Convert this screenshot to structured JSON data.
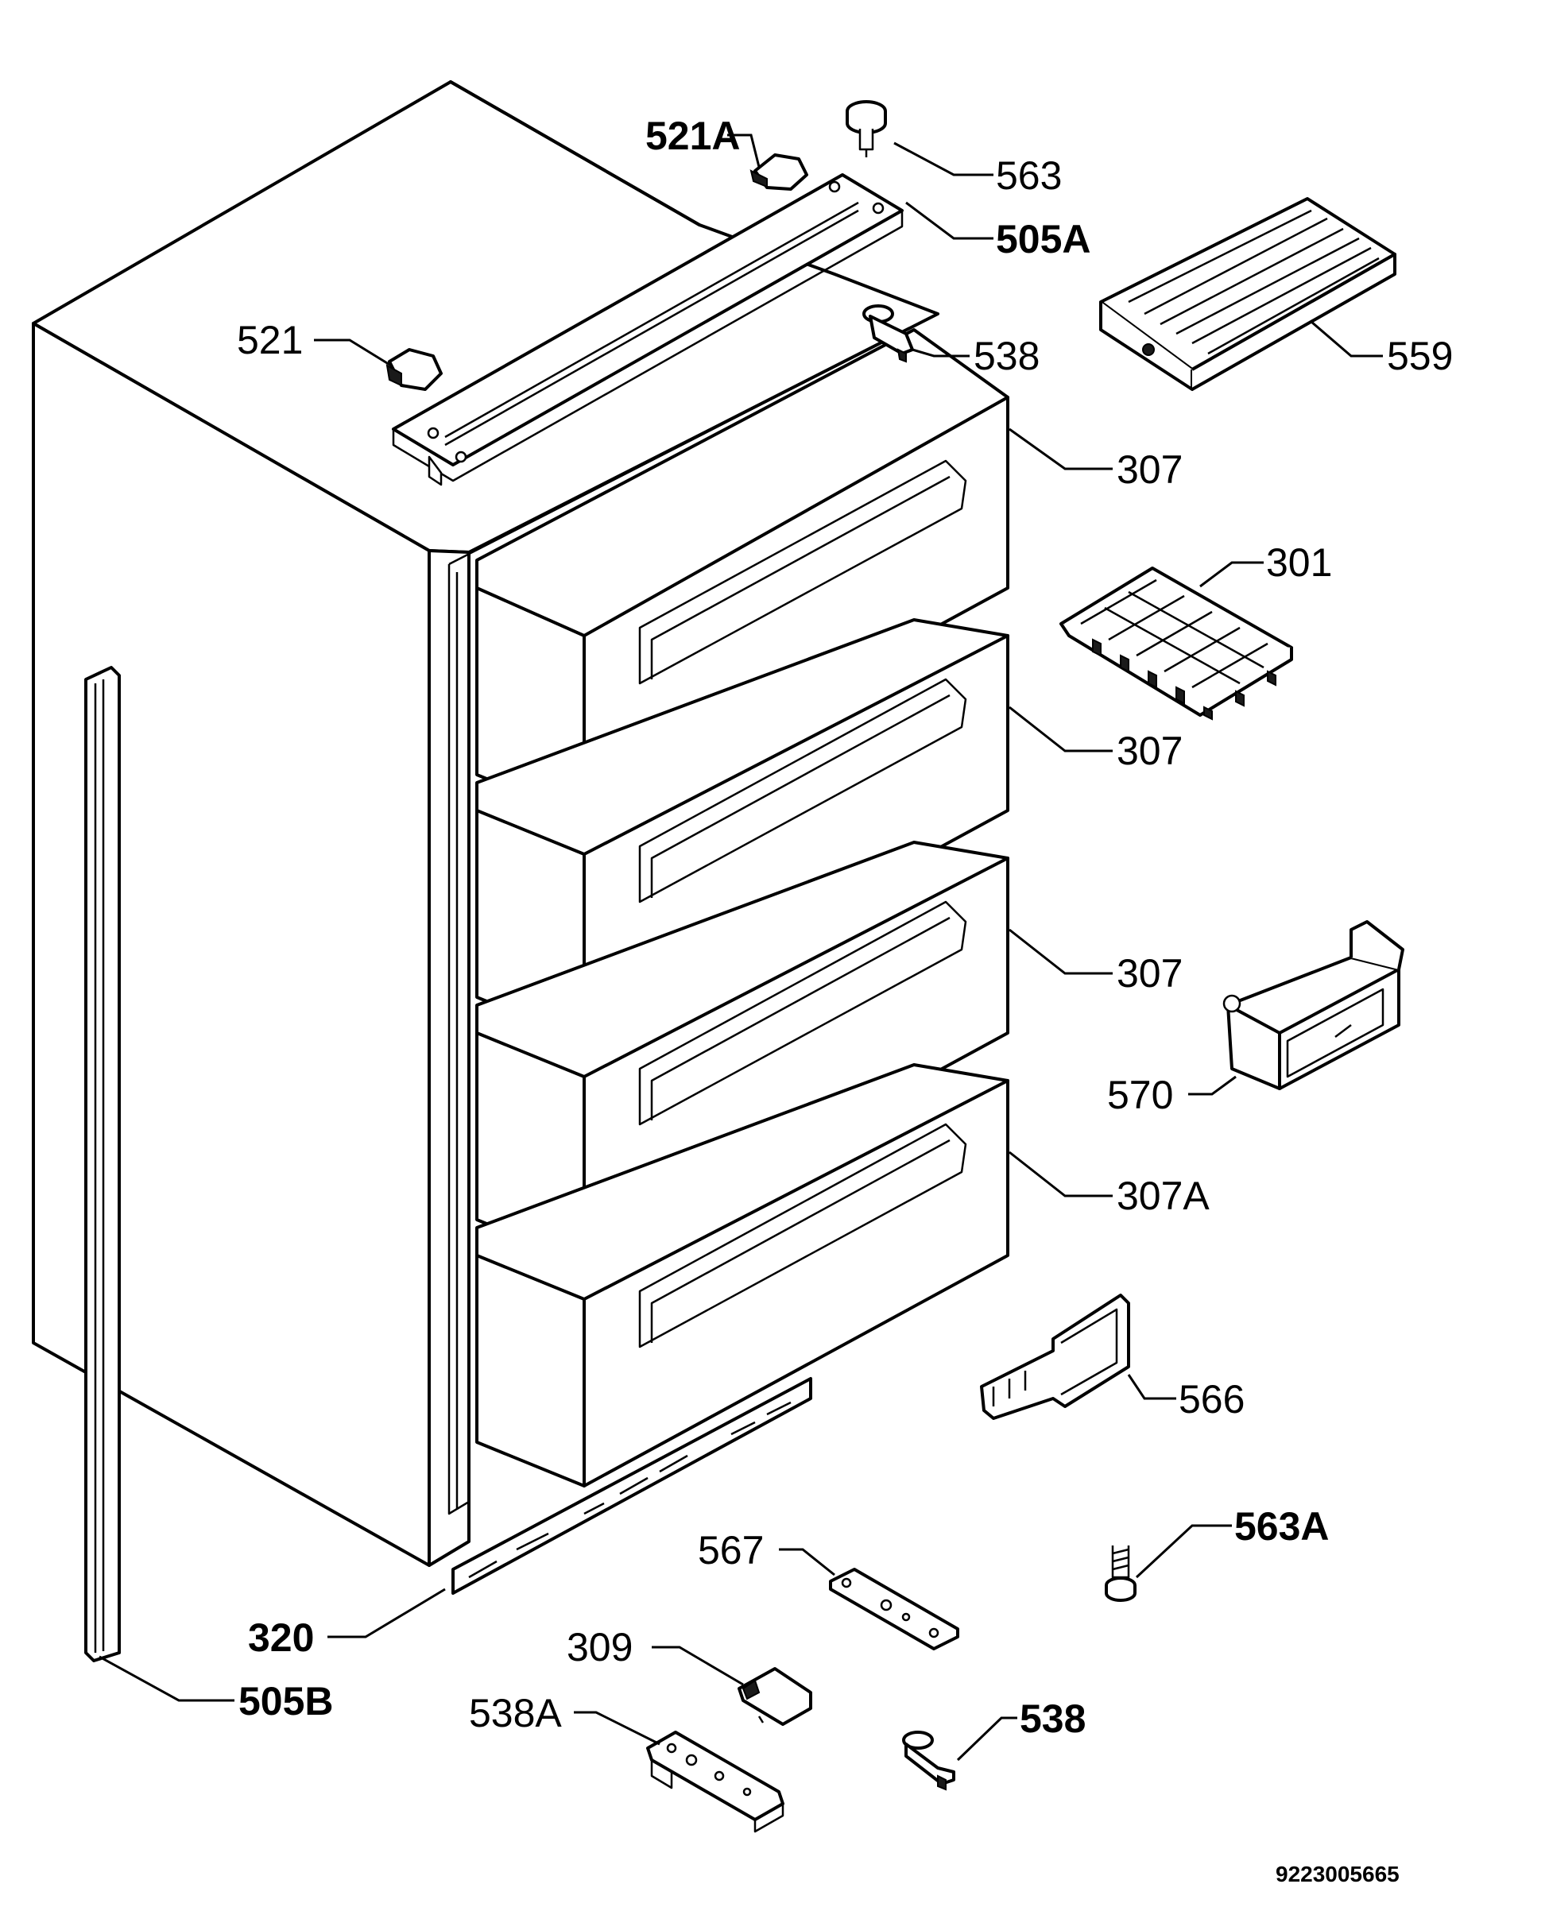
{
  "diagram": {
    "parts": [
      {
        "id": "521A",
        "label": "521A"
      },
      {
        "id": "563",
        "label": "563"
      },
      {
        "id": "505A",
        "label": "505A"
      },
      {
        "id": "559",
        "label": "559"
      },
      {
        "id": "521",
        "label": "521"
      },
      {
        "id": "538-top",
        "label": "538"
      },
      {
        "id": "307-1",
        "label": "307"
      },
      {
        "id": "301",
        "label": "301"
      },
      {
        "id": "307-2",
        "label": "307"
      },
      {
        "id": "307-3",
        "label": "307"
      },
      {
        "id": "570",
        "label": "570"
      },
      {
        "id": "307A",
        "label": "307A"
      },
      {
        "id": "566",
        "label": "566"
      },
      {
        "id": "563A",
        "label": "563A"
      },
      {
        "id": "567",
        "label": "567"
      },
      {
        "id": "320",
        "label": "320"
      },
      {
        "id": "309",
        "label": "309"
      },
      {
        "id": "505B",
        "label": "505B"
      },
      {
        "id": "538A",
        "label": "538A"
      },
      {
        "id": "538-bottom",
        "label": "538"
      }
    ],
    "document_number": "9223005665"
  }
}
